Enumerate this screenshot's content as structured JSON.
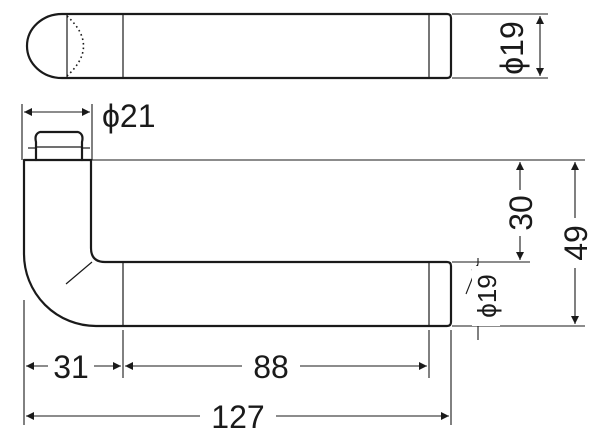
{
  "drawing": {
    "dimensions": {
      "top_diameter": "ϕ19",
      "rose_diameter": "ϕ21",
      "height_30": "30",
      "height_49": "49",
      "grip_diameter": "ϕ19",
      "length_31": "31",
      "length_88": "88",
      "overall_127": "127"
    }
  }
}
